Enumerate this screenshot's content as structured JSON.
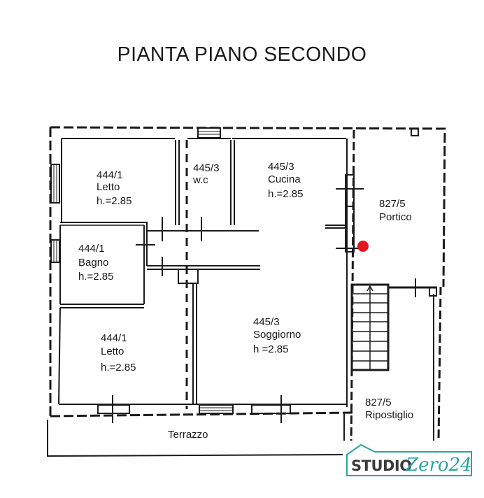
{
  "title": "PIANTA PIANO SECONDO",
  "rooms": [
    {
      "id": "letto-1",
      "code": "444/1",
      "name": "Letto",
      "height": "h.=2.85"
    },
    {
      "id": "wc",
      "code": "445/3",
      "name": "w.c"
    },
    {
      "id": "cucina",
      "code": "445/3",
      "name": "Cucina",
      "height": "h.=2.85"
    },
    {
      "id": "portico",
      "code": "827/5",
      "name": "Portico"
    },
    {
      "id": "bagno",
      "code": "444/1",
      "name": "Bagno",
      "height": "h.=2.85"
    },
    {
      "id": "soggiorno",
      "code": "445/3",
      "name": "Soggiorno",
      "height": "h =2.85"
    },
    {
      "id": "letto-2",
      "code": "444/1",
      "name": "Letto",
      "height": "h.=2.85"
    },
    {
      "id": "ripostiglio",
      "code": "827/5",
      "name": "Ripostiglio"
    },
    {
      "id": "terrazzo",
      "name": "Terrazzo"
    }
  ],
  "marker": {
    "color": "#e3161d"
  },
  "logo": {
    "studio": "STUDIO",
    "zero": "Zero24",
    "accent": "#2aa5a0",
    "text_color": "#3a3a3a"
  }
}
